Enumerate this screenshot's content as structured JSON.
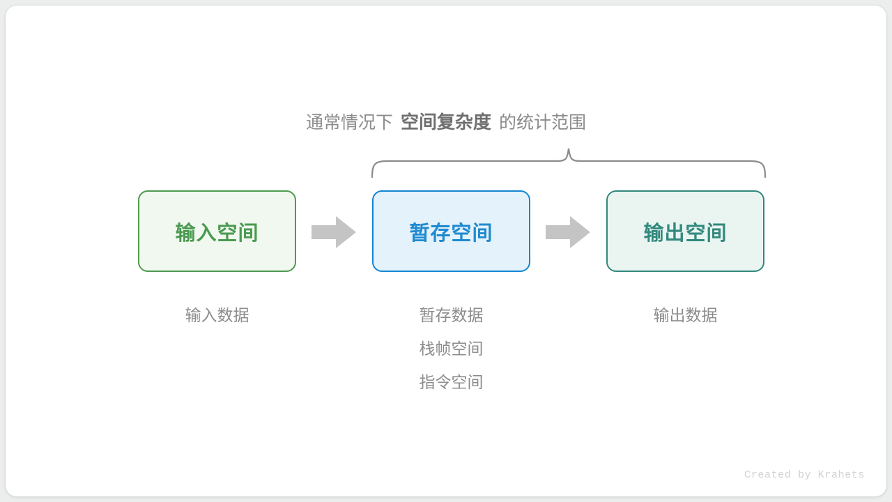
{
  "canvas": {
    "background": "#eceded",
    "card_background": "#ffffff"
  },
  "caption": {
    "prefix": "通常情况下",
    "emphasis": "空间复杂度",
    "suffix": "的统计范围",
    "color": "#8c8c8c",
    "emphasis_color": "#6f6f6f"
  },
  "brace": {
    "name": "curly-brace",
    "color": "#8c8c8c",
    "spans": [
      "暂存空间",
      "输出空间"
    ]
  },
  "boxes": [
    {
      "id": "input",
      "label": "输入空间",
      "border_color": "#4e9a4f",
      "fill_color": "#f1f8f0",
      "text_color": "#4a9a50",
      "captions": [
        "输入数据"
      ]
    },
    {
      "id": "buffer",
      "label": "暂存空间",
      "border_color": "#1485d2",
      "fill_color": "#e4f2fc",
      "text_color": "#1f8ad0",
      "captions": [
        "暂存数据",
        "栈帧空间",
        "指令空间"
      ]
    },
    {
      "id": "output",
      "label": "输出空间",
      "border_color": "#32877c",
      "fill_color": "#eaf5f2",
      "text_color": "#32897d",
      "captions": [
        "输出数据"
      ]
    }
  ],
  "arrows": [
    {
      "id": "arrow-1",
      "direction": "right",
      "color": "#c4c4c4"
    },
    {
      "id": "arrow-2",
      "direction": "right",
      "color": "#c4c4c4"
    }
  ],
  "watermark": {
    "text": "Created by Krahets",
    "color": "#d2d2d2"
  }
}
